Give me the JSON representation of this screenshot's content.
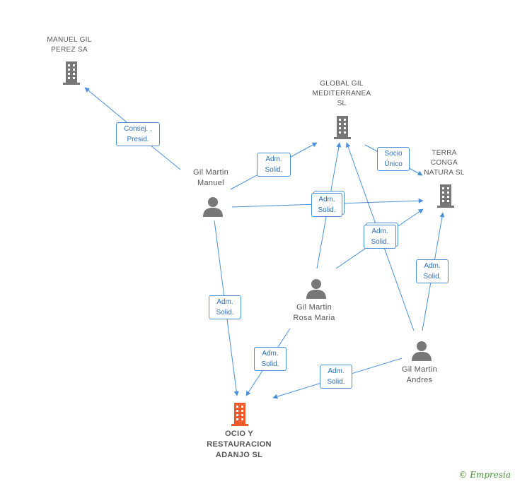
{
  "colors": {
    "edge": "#4a90d9",
    "company": "#777777",
    "company_focus": "#f05a28",
    "person": "#777777"
  },
  "nodes": {
    "manuel_gil_perez": {
      "line1": "MANUEL GIL",
      "line2": "PEREZ SA"
    },
    "global_gil": {
      "line1": "GLOBAL GIL",
      "line2": "MEDITERRANEA",
      "line3": "SL"
    },
    "terra_conga": {
      "line1": "TERRA",
      "line2": "CONGA",
      "line3": "NATURA SL"
    },
    "gil_martin_manuel": {
      "line1": "Gil Martin",
      "line2": "Manuel"
    },
    "gil_martin_rosa": {
      "line1": "Gil Martin",
      "line2": "Rosa Maria"
    },
    "gil_martin_andres": {
      "line1": "Gil Martin",
      "line2": "Andres"
    },
    "ocio": {
      "line1": "OCIO Y",
      "line2": "RESTAURACION",
      "line3": "ADANJO SL"
    }
  },
  "edge_labels": {
    "consej": {
      "line1": "Consej. ,",
      "line2": "Presid."
    },
    "adm_manuel_global": {
      "line1": "Adm.",
      "line2": "Solid."
    },
    "socio_unico": {
      "line1": "Socio",
      "line2": "Único"
    },
    "adm_manuel_terra": {
      "line1": "Adm.",
      "line2": "Solid."
    },
    "adm_rosa_terra": {
      "line1": "Adm.",
      "line2": "Solid."
    },
    "adm_andres_terra": {
      "line1": "Adm.",
      "line2": "Solid."
    },
    "adm_manuel_ocio": {
      "line1": "Adm.",
      "line2": "Solid."
    },
    "adm_rosa_ocio": {
      "line1": "Adm.",
      "line2": "Solid."
    },
    "adm_andres_ocio": {
      "line1": "Adm.",
      "line2": "Solid."
    }
  },
  "watermark": {
    "symbol": "©",
    "brand": "Empresia"
  }
}
